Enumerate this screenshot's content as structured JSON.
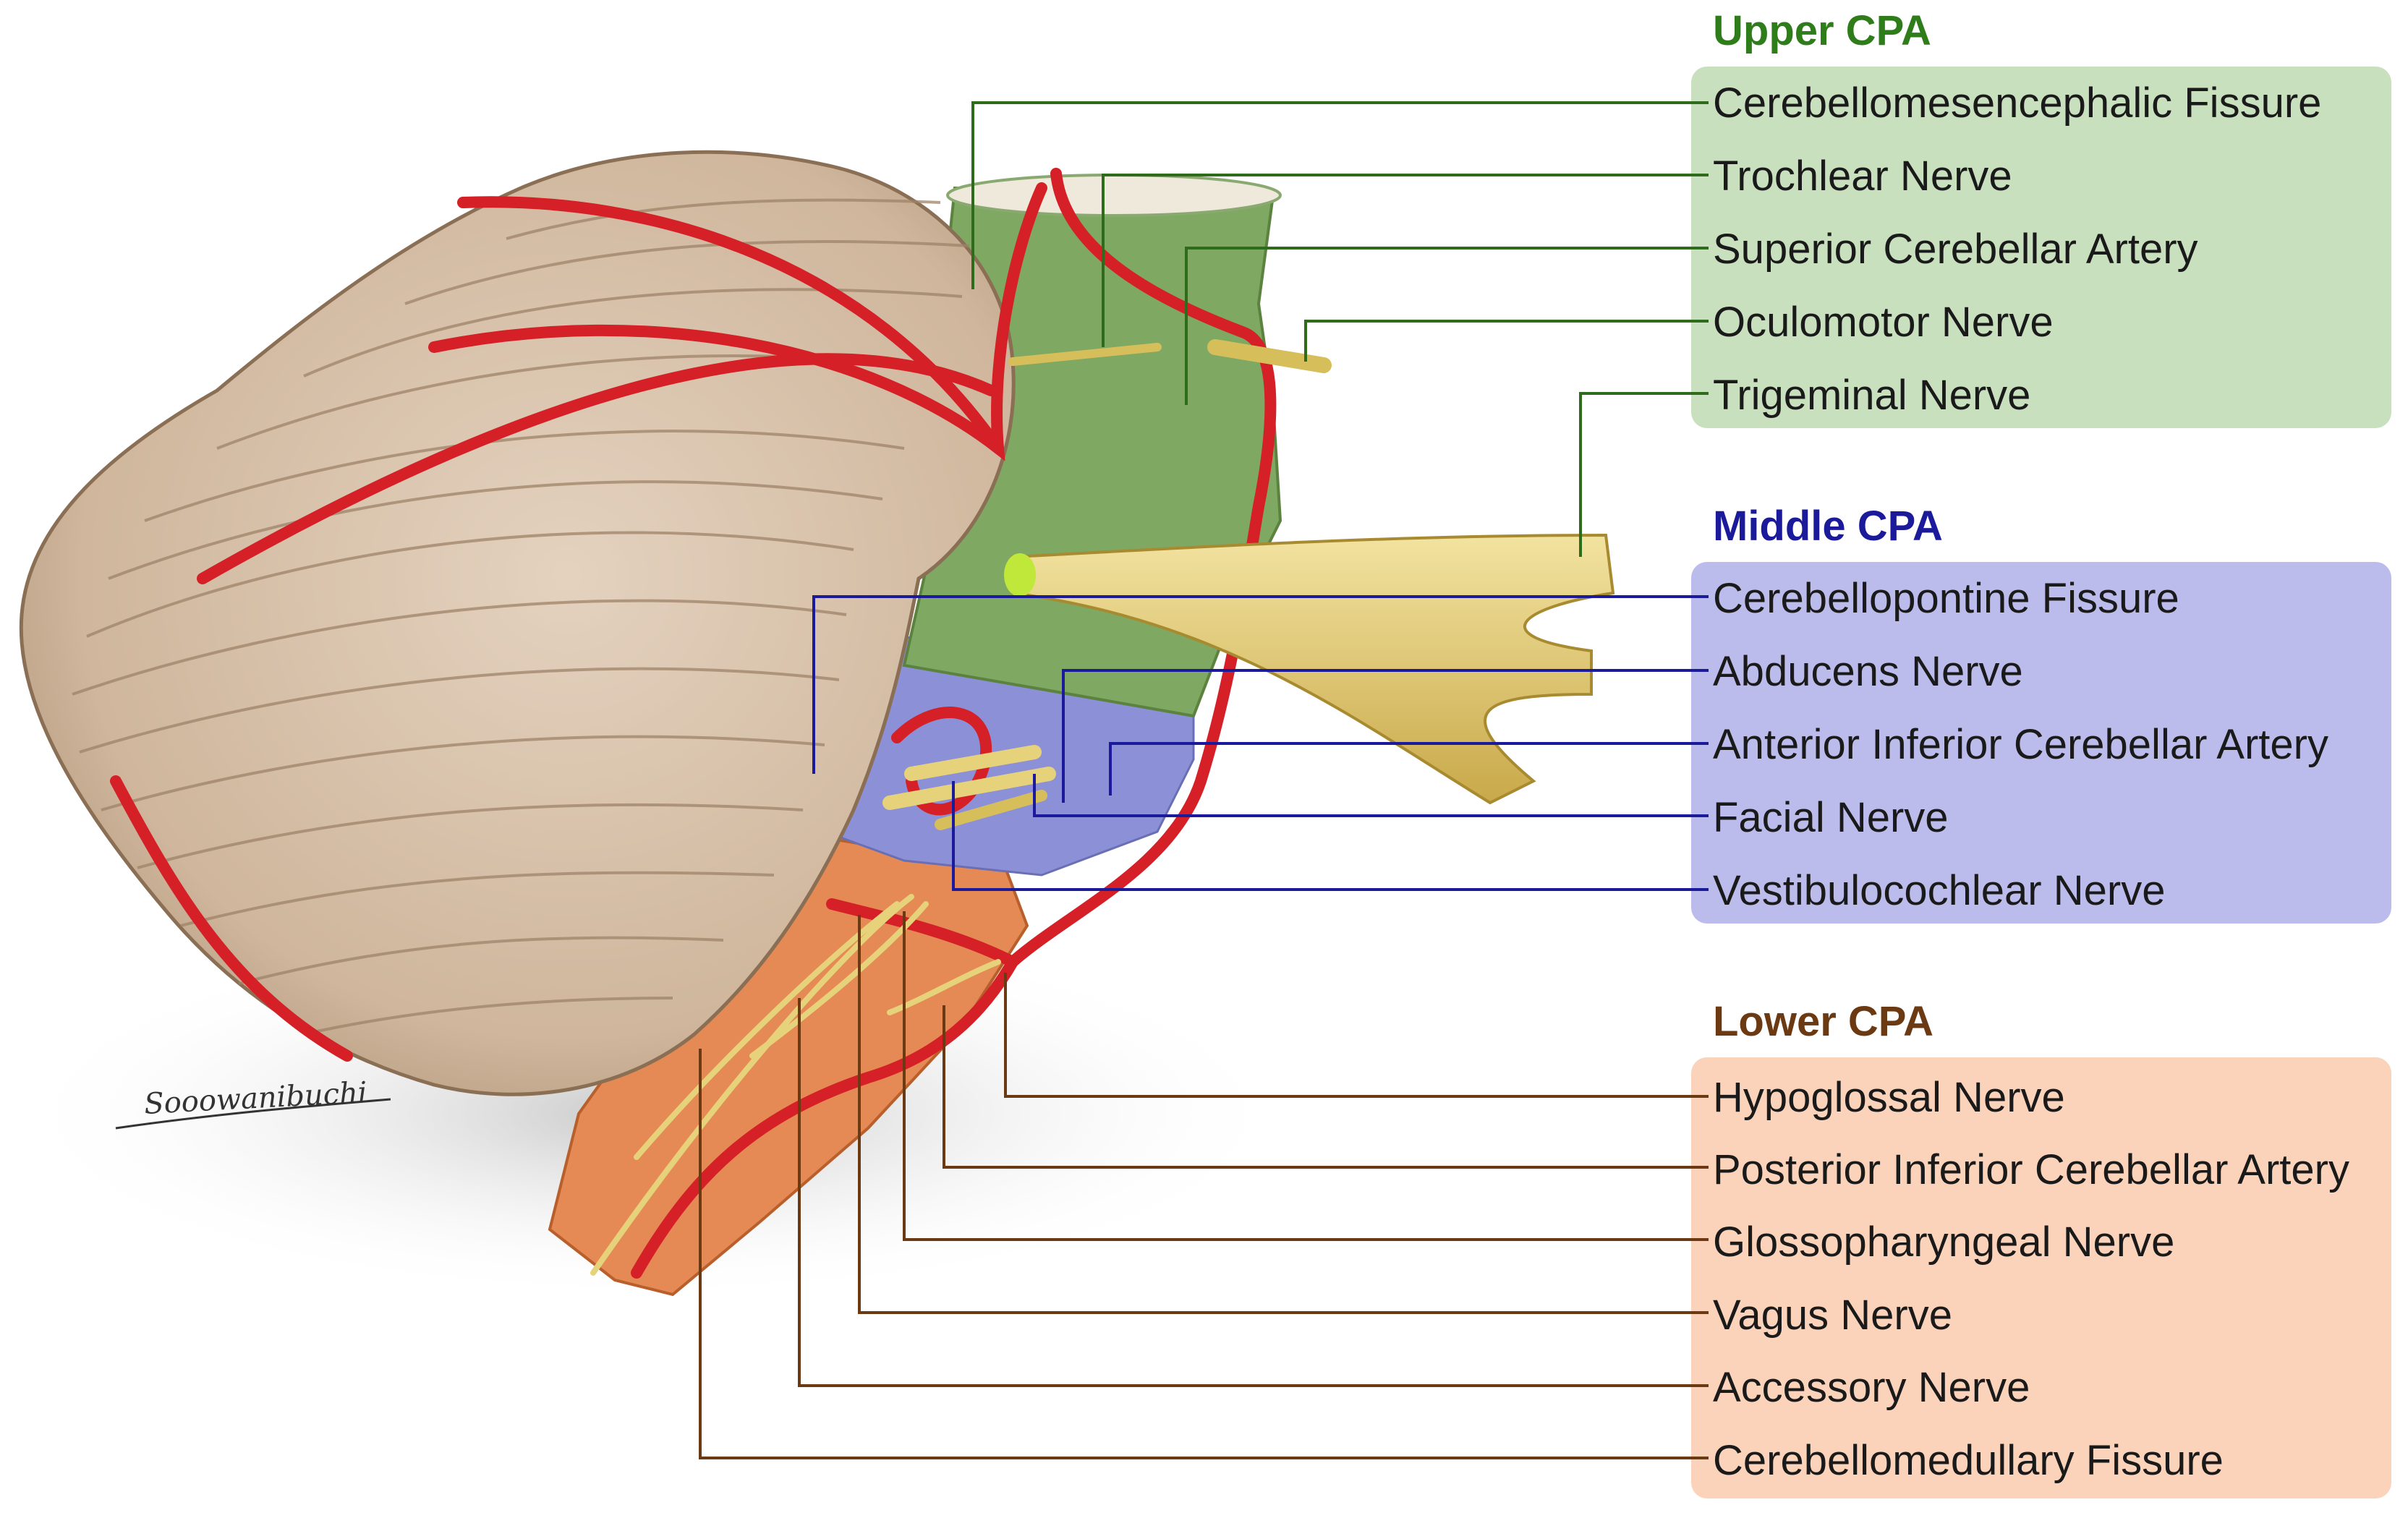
{
  "groups": {
    "upper": {
      "heading": "Upper CPA",
      "color": "#2e7d1a",
      "box_color": "#c9e0bf",
      "items": [
        "Cerebellomesencephalic Fissure",
        "Trochlear Nerve",
        "Superior Cerebellar Artery",
        "Oculomotor Nerve",
        "Trigeminal Nerve"
      ]
    },
    "middle": {
      "heading": "Middle CPA",
      "color": "#1a1a9a",
      "box_color": "#bcbcec",
      "items": [
        "Cerebellopontine Fissure",
        "Abducens Nerve",
        "Anterior Inferior Cerebellar Artery",
        "Facial Nerve",
        "Vestibulocochlear Nerve"
      ]
    },
    "lower": {
      "heading": "Lower CPA",
      "color": "#6b3a12",
      "box_color": "#fbd3ba",
      "items": [
        "Hypoglossal Nerve",
        "Posterior Inferior Cerebellar Artery",
        "Glossopharyngeal Nerve",
        "Vagus Nerve",
        "Accessory Nerve",
        "Cerebellomedullary Fissure"
      ]
    }
  },
  "signature": "Sooowanibuchi",
  "colors": {
    "cerebellum": "#d8c3ad",
    "artery": "#d42026",
    "nerve": "#e6d27a",
    "upper_zone": "#7fa862",
    "middle_zone": "#8c90d6",
    "lower_zone": "#e58a55"
  }
}
